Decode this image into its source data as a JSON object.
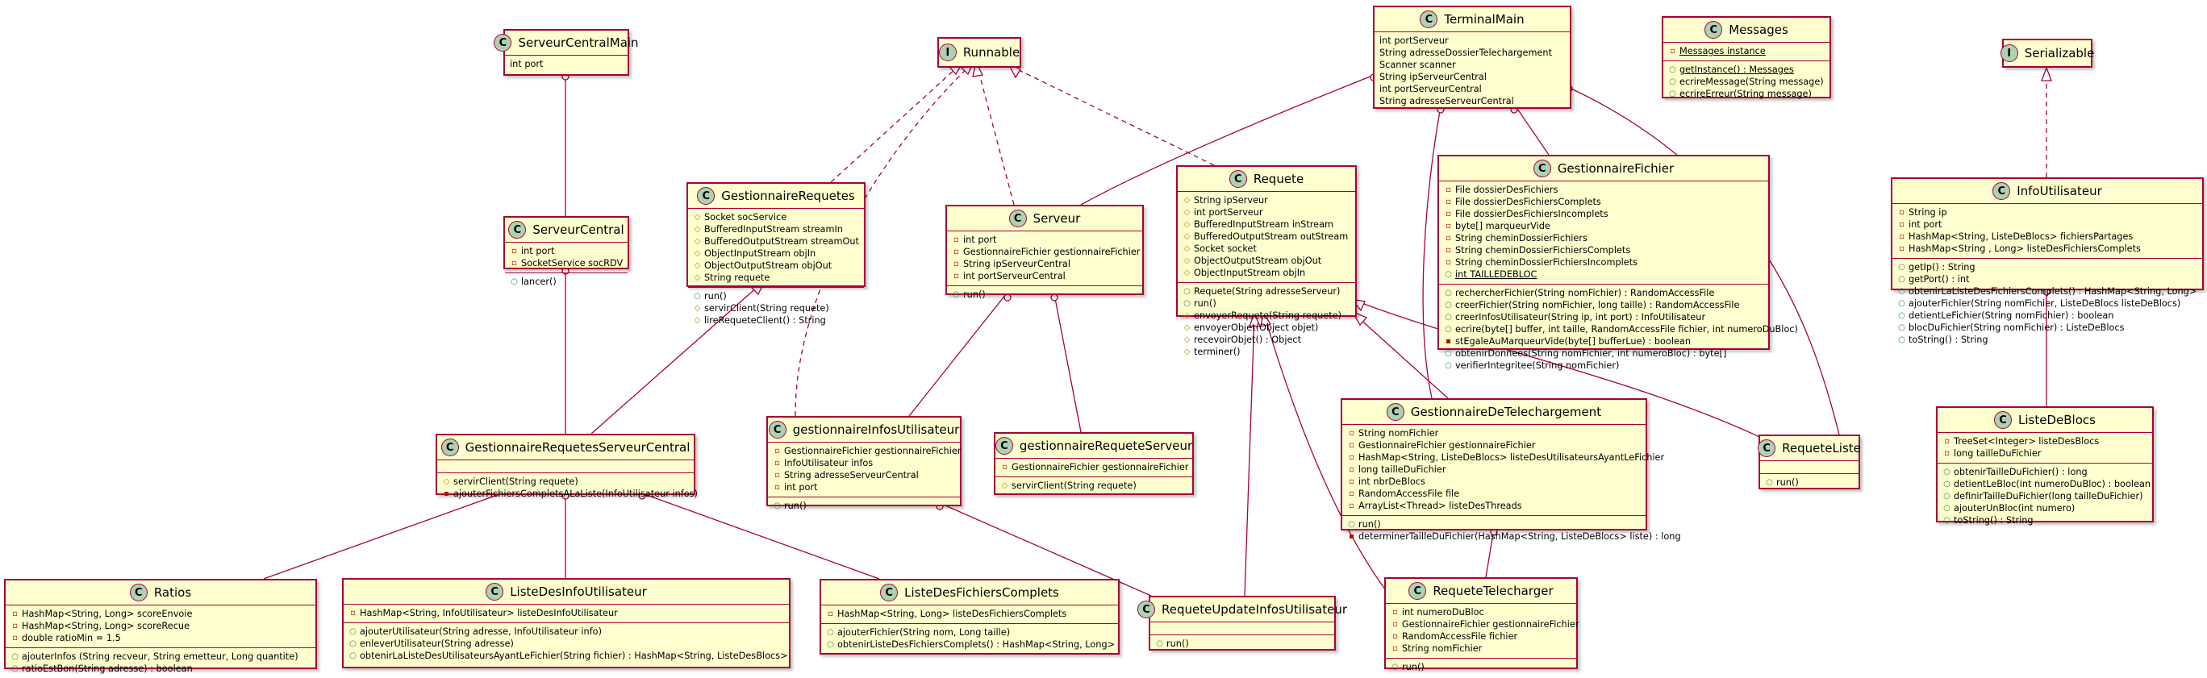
{
  "classes": {
    "ServeurCentralMain": {
      "name": "ServeurCentralMain",
      "attrs": [
        "int port"
      ]
    },
    "ServeurCentral": {
      "name": "ServeurCentral",
      "attrs": [
        "int port",
        "SocketService socRDV"
      ],
      "methods": [
        "lancer()"
      ]
    },
    "Runnable": {
      "name": "Runnable"
    },
    "GestionnaireRequetes": {
      "name": "GestionnaireRequetes",
      "attrs": [
        "Socket socService",
        "BufferedInputStream streamIn",
        "BufferedOutputStream streamOut",
        "ObjectInputStream objIn",
        "ObjectOutputStream objOut",
        "String requete"
      ],
      "methods": [
        "run()",
        "servirClient(String requete)",
        "lireRequeteClient() : String"
      ]
    },
    "Serveur": {
      "name": "Serveur",
      "attrs": [
        "int port",
        "GestionnaireFichier gestionnaireFichier",
        "String ipServeurCentral",
        "int portServeurCentral"
      ],
      "methods": [
        "run()"
      ]
    },
    "Requete": {
      "name": "Requete",
      "attrs": [
        "String ipServeur",
        "int portServeur",
        "BufferedInputStream inStream",
        "BufferedOutputStream outStream",
        "Socket socket",
        "ObjectOutputStream objOut",
        "ObjectInputStream objIn"
      ],
      "methods": [
        "Requete(String adresseServeur)",
        "run()",
        "envoyerRequete(String requete)",
        "envoyerObjet(Object objet)",
        "recevoirObjet() : Object",
        "terminer()"
      ]
    },
    "TerminalMain": {
      "name": "TerminalMain",
      "attrs": [
        "int portServeur",
        "String adresseDossierTelechargement",
        "Scanner scanner",
        "String ipServeurCentral",
        "int portServeurCentral",
        "String adresseServeurCentral"
      ]
    },
    "Messages": {
      "name": "Messages",
      "attrs": [
        "Messages instance"
      ],
      "methods": [
        "getInstance() : Messages",
        "ecrireMessage(String message)",
        "ecrireErreur(String message)"
      ]
    },
    "Serializable": {
      "name": "Serializable"
    },
    "GestionnaireFichier": {
      "name": "GestionnaireFichier",
      "attrs": [
        "File dossierDesFichiers",
        "File dossierDesFichiersComplets",
        "File dossierDesFichiersIncomplets",
        "byte[] marqueurVide",
        "String cheminDossierFichiers",
        "String cheminDossierFichiersComplets",
        "String cheminDossierFichiersIncomplets",
        "int TAILLEDEBLOC"
      ],
      "methods": [
        "rechercherFichier(String nomFichier) : RandomAccessFile",
        "creerFichier(String nomFichier, long taille) : RandomAccessFile",
        "creerInfosUtilisateur(String ip, int port) : InfoUtilisateur",
        "ecrire(byte[] buffer, int taille, RandomAccessFile fichier, int numeroDuBloc)",
        "stEgaleAuMarqueurVide(byte[] bufferLue) : boolean",
        "obtenirDonnees(String nomFichier, int numeroBloc) : byte[]",
        "verifierIntegritee(String nomFichier)"
      ]
    },
    "InfoUtilisateur": {
      "name": "InfoUtilisateur",
      "attrs": [
        "String ip",
        "int port",
        "HashMap<String, ListeDeBlocs> fichiersPartages",
        "HashMap<String , Long> listeDesFichiersComplets"
      ],
      "methods": [
        "getIp() : String",
        "getPort() : int",
        "obtenirLaListeDesFichiersComplets() : HashMap<String, Long>",
        "ajouterFichier(String nomFichier, ListeDeBlocs listeDeBlocs)",
        "detientLeFichier(String nomFichier) : boolean",
        "blocDuFichier(String nomFichier) : ListeDeBlocs",
        "toString() : String"
      ]
    },
    "GestionnaireRequetesServeurCentral": {
      "name": "GestionnaireRequetesServeurCentral",
      "methods": [
        "servirClient(String requete)",
        "ajouterFichiersCompletsALaListe(InfoUtilisateur infos)"
      ]
    },
    "gestionnaireInfosUtilisateur": {
      "name": "gestionnaireInfosUtilisateur",
      "attrs": [
        "GestionnaireFichier gestionnaireFichier",
        "InfoUtilisateur infos",
        "String adresseServeurCentral",
        "int port"
      ],
      "methods": [
        "run()"
      ]
    },
    "gestionnaireRequeteServeur": {
      "name": "gestionnaireRequeteServeur",
      "attrs": [
        "GestionnaireFichier gestionnaireFichier"
      ],
      "methods": [
        "servirClient(String requete)"
      ]
    },
    "GestionnaireDeTelechargement": {
      "name": "GestionnaireDeTelechargement",
      "attrs": [
        "String nomFichier",
        "GestionnaireFichier gestionnaireFichier",
        "HashMap<String, ListeDeBlocs> listeDesUtilisateursAyantLeFichier",
        "long tailleDuFichier",
        "int nbrDeBlocs",
        "RandomAccessFile file",
        "ArrayList<Thread> listeDesThreads"
      ],
      "methods": [
        "run()",
        "determinerTailleDuFichier(HashMap<String, ListeDeBlocs> liste) : long"
      ]
    },
    "RequeteListe": {
      "name": "RequeteListe",
      "methods": [
        "run()"
      ]
    },
    "ListeDeBlocs": {
      "name": "ListeDeBlocs",
      "attrs": [
        "TreeSet<Integer> listeDesBlocs",
        "long tailleDuFichier"
      ],
      "methods": [
        "obtenirTailleDuFichier() : long",
        "detientLeBloc(int numeroDuBloc) : boolean",
        "definirTailleDuFichier(long tailleDuFichier)",
        "ajouterUnBloc(int numero)",
        "toString() : String"
      ]
    },
    "Ratios": {
      "name": "Ratios",
      "attrs": [
        "HashMap<String, Long> scoreEnvoie",
        "HashMap<String, Long> scoreRecue",
        "double ratioMin = 1.5"
      ],
      "methods": [
        "ajouterInfos (String recveur, String emetteur, Long quantite)",
        "ratioEstBon(String adresse) : boolean"
      ]
    },
    "ListeDesInfoUtilisateur": {
      "name": "ListeDesInfoUtilisateur",
      "attrs": [
        "HashMap<String, InfoUtilisateur> listeDesInfoUtilisateur"
      ],
      "methods": [
        "ajouterUtilisateur(String adresse, InfoUtilisateur info)",
        "enleverUtilisateur(String adresse)",
        "obtenirLaListeDesUtilisateursAyantLeFichier(String fichier) : HashMap<String, ListeDesBlocs>"
      ]
    },
    "ListeDesFichiersComplets": {
      "name": "ListeDesFichiersComplets",
      "attrs": [
        "HashMap<String, Long> listeDesFichiersComplets"
      ],
      "methods": [
        "ajouterFichier(String nom, Long taille)",
        "obtenirListeDesFichiersComplets() : HashMap<String, Long>"
      ]
    },
    "RequeteUpdateInfosUtilisateur": {
      "name": "RequeteUpdateInfosUtilisateur",
      "methods": [
        "run()"
      ]
    },
    "RequeteTelecharger": {
      "name": "RequeteTelecharger",
      "attrs": [
        "int numeroDuBloc",
        "GestionnaireFichier gestionnaireFichier",
        "RandomAccessFile fichier",
        "String nomFichier"
      ],
      "methods": [
        "run()"
      ]
    }
  }
}
